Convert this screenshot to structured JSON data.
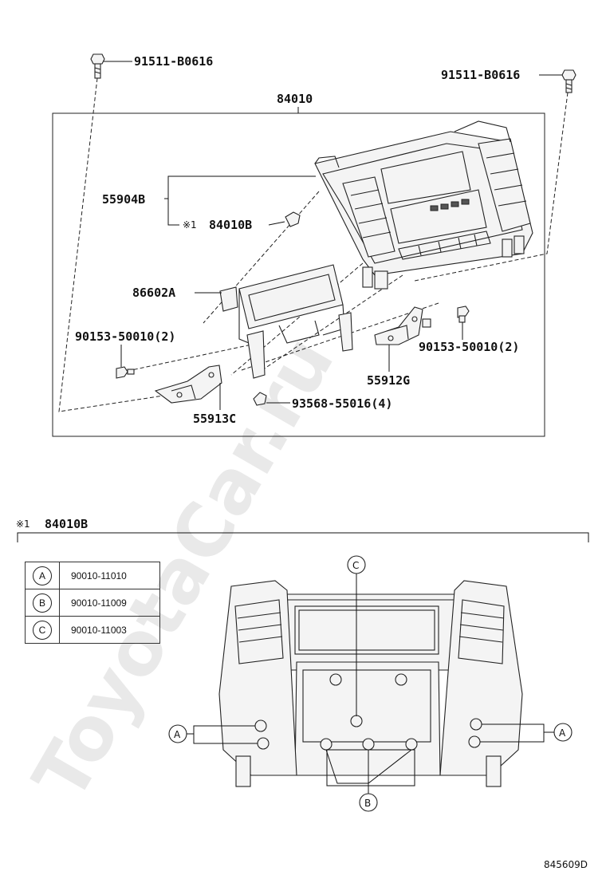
{
  "top_view": {
    "assembly_no": "84010",
    "bolt_left": "91511-B0616",
    "bolt_right": "91511-B0616",
    "bezel": "55904B",
    "ref_mark": "※1",
    "sub_assy": "84010B",
    "display": "86602A",
    "screw_left": "90153-50010(2)",
    "screw_right": "90153-50010(2)",
    "bracket_right": "55912G",
    "bracket_left": "55913C",
    "clip": "93568-55016(4)"
  },
  "detail_view": {
    "ref_mark": "※1",
    "title": "84010B",
    "legend": [
      {
        "key": "A",
        "part": "90010-11010"
      },
      {
        "key": "B",
        "part": "90010-11009"
      },
      {
        "key": "C",
        "part": "90010-11003"
      }
    ],
    "callout_c": "C",
    "callout_b": "B",
    "callout_a_left": "A",
    "callout_a_right": "A"
  },
  "watermark": "ToyotaCar.ru",
  "drawing_no": "845609D"
}
